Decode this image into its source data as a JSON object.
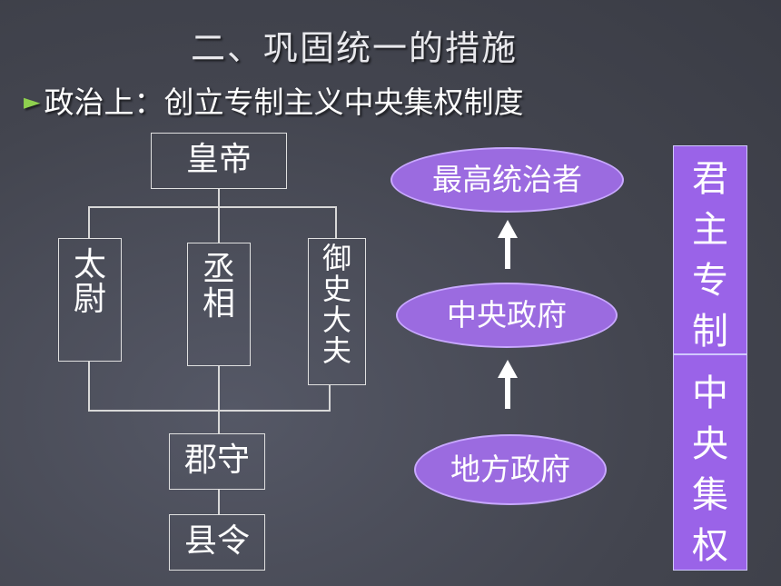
{
  "title": "二、巩固统一的措施",
  "subtitle_bullet": "►",
  "subtitle": "政治上：创立专制主义中央集权制度",
  "left_tree": {
    "emperor": "皇帝",
    "taiwei": "太尉",
    "chengxiang": "丞相",
    "yushi": "御史大夫",
    "junshou": "郡守",
    "xianling": "县令"
  },
  "right_flow": {
    "top": "最高统治者",
    "middle": "中央政府",
    "bottom": "地方政府"
  },
  "side_labels": {
    "upper": "君主专制",
    "lower": "中央集权"
  },
  "colors": {
    "background": "#45474f",
    "oval_fill": "#9b6be0",
    "side_fill": "#9a63e8",
    "bullet": "#8fd14f"
  }
}
